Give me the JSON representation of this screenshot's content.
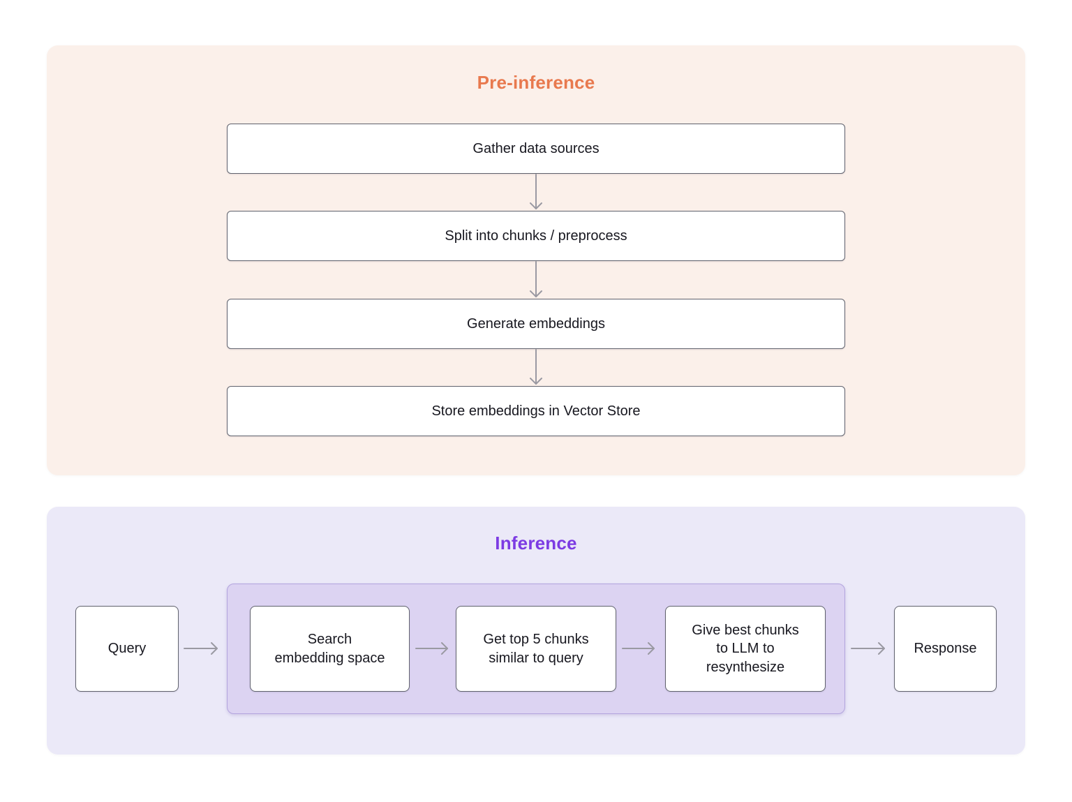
{
  "colors": {
    "page_bg": "#FFFFFF",
    "pre_inference_bg": "#FBF0EA",
    "pre_inference_accent": "#E8794E",
    "inference_bg": "#EBE9F8",
    "inference_accent": "#7C3BE3",
    "inner_group_bg": "#DCD3F2",
    "inner_group_border": "#B3A4DE",
    "node_bg": "#FFFFFF",
    "node_border": "#60626D",
    "node_text": "#17171F",
    "arrow": "#9A99A2"
  },
  "pre_inference": {
    "title": "Pre-inference",
    "steps": [
      "Gather data sources",
      "Split into chunks / preprocess",
      "Generate embeddings",
      "Store embeddings in Vector Store"
    ]
  },
  "inference": {
    "title": "Inference",
    "query": "Query",
    "core_steps": [
      {
        "lines": [
          "Search",
          "embedding space"
        ]
      },
      {
        "lines": [
          "Get top 5 chunks",
          "similar to query"
        ]
      },
      {
        "lines": [
          "Give best chunks",
          "to LLM to",
          "resynthesize"
        ]
      }
    ],
    "response": "Response"
  }
}
